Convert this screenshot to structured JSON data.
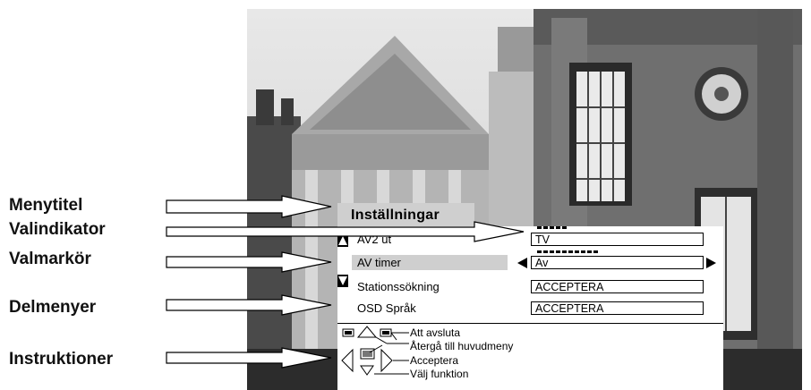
{
  "callout_labels": {
    "menu_title": "Menytitel",
    "select_indicator": "Valindikator",
    "cursor": "Valmarkör",
    "submenus": "Delmenyer",
    "instructions": "Instruktioner"
  },
  "menu": {
    "title": "Inställningar",
    "rows": [
      {
        "label": "AV2 ut",
        "value": "TV"
      },
      {
        "label": "AV timer",
        "value": "Av"
      },
      {
        "label": "Stationssökning",
        "value": "ACCEPTERA"
      },
      {
        "label": "OSD Språk",
        "value": "ACCEPTERA"
      }
    ]
  },
  "instructions": {
    "exit": "Att avsluta",
    "back": "Återgå till huvudmeny",
    "accept": "Acceptera",
    "select": "Välj funktion"
  },
  "icons": {
    "scroll_up": "triangle-up-icon",
    "scroll_down": "triangle-down-icon",
    "left": "arrow-left-icon",
    "right": "arrow-right-icon"
  },
  "colors": {
    "highlight": "#cfcfcf",
    "panel": "#ffffff",
    "text": "#000000"
  }
}
